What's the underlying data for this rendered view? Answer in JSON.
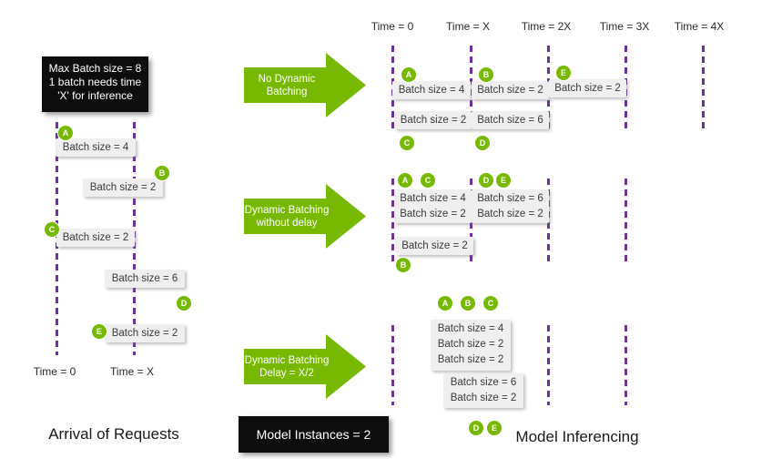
{
  "colors": {
    "nvidia_green": "#76b900",
    "timeline_purple": "#7030a0",
    "batch_box_gray": "#efefef",
    "info_box_black": "#0d0d0d"
  },
  "left": {
    "info_lines": [
      "Max Batch size = 8",
      "1 batch needs time",
      "'X' for inference"
    ],
    "requests": [
      {
        "id": "A",
        "label": "Batch size = 4"
      },
      {
        "id": "B",
        "label": "Batch size = 2"
      },
      {
        "id": "C",
        "label": "Batch size = 2"
      },
      {
        "id": "D",
        "label": "Batch size = 6"
      },
      {
        "id": "E",
        "label": "Batch size = 2"
      }
    ],
    "time0": "Time = 0",
    "timeX": "Time = X",
    "caption": "Arrival of Requests"
  },
  "arrows": [
    {
      "lines": [
        "No Dynamic",
        "Batching"
      ]
    },
    {
      "lines": [
        "Dynamic Batching",
        "without delay"
      ]
    },
    {
      "lines": [
        "Dynamic Batching",
        "Delay = X/2"
      ]
    }
  ],
  "model_instances_label": "Model Instances = 2",
  "right": {
    "timeline": [
      "Time = 0",
      "Time = X",
      "Time = 2X",
      "Time = 3X",
      "Time = 4X"
    ],
    "caption": "Model Inferencing",
    "no_dynamic_row1": [
      {
        "id": "A",
        "label": "Batch size = 4"
      },
      {
        "id": "B",
        "label": "Batch size = 2"
      },
      {
        "id": "E",
        "label": "Batch size = 2"
      }
    ],
    "no_dynamic_row2": [
      {
        "id": "C",
        "label": "Batch size = 2"
      },
      {
        "id": "D",
        "label": "Batch size = 6"
      }
    ],
    "no_delay_box1": {
      "ids": [
        "A",
        "C"
      ],
      "lines": [
        "Batch size = 4",
        "Batch size = 2"
      ]
    },
    "no_delay_box2": {
      "ids": [
        "D",
        "E"
      ],
      "lines": [
        "Batch size = 6",
        "Batch size = 2"
      ]
    },
    "no_delay_box3": {
      "ids": [
        "B"
      ],
      "lines": [
        "Batch size = 2"
      ]
    },
    "delay_box1": {
      "ids": [
        "A",
        "B",
        "C"
      ],
      "lines": [
        "Batch size = 4",
        "Batch size = 2",
        "Batch size = 2"
      ]
    },
    "delay_box2": {
      "ids": [
        "D",
        "E"
      ],
      "lines": [
        "Batch size = 6",
        "Batch size = 2"
      ]
    }
  }
}
